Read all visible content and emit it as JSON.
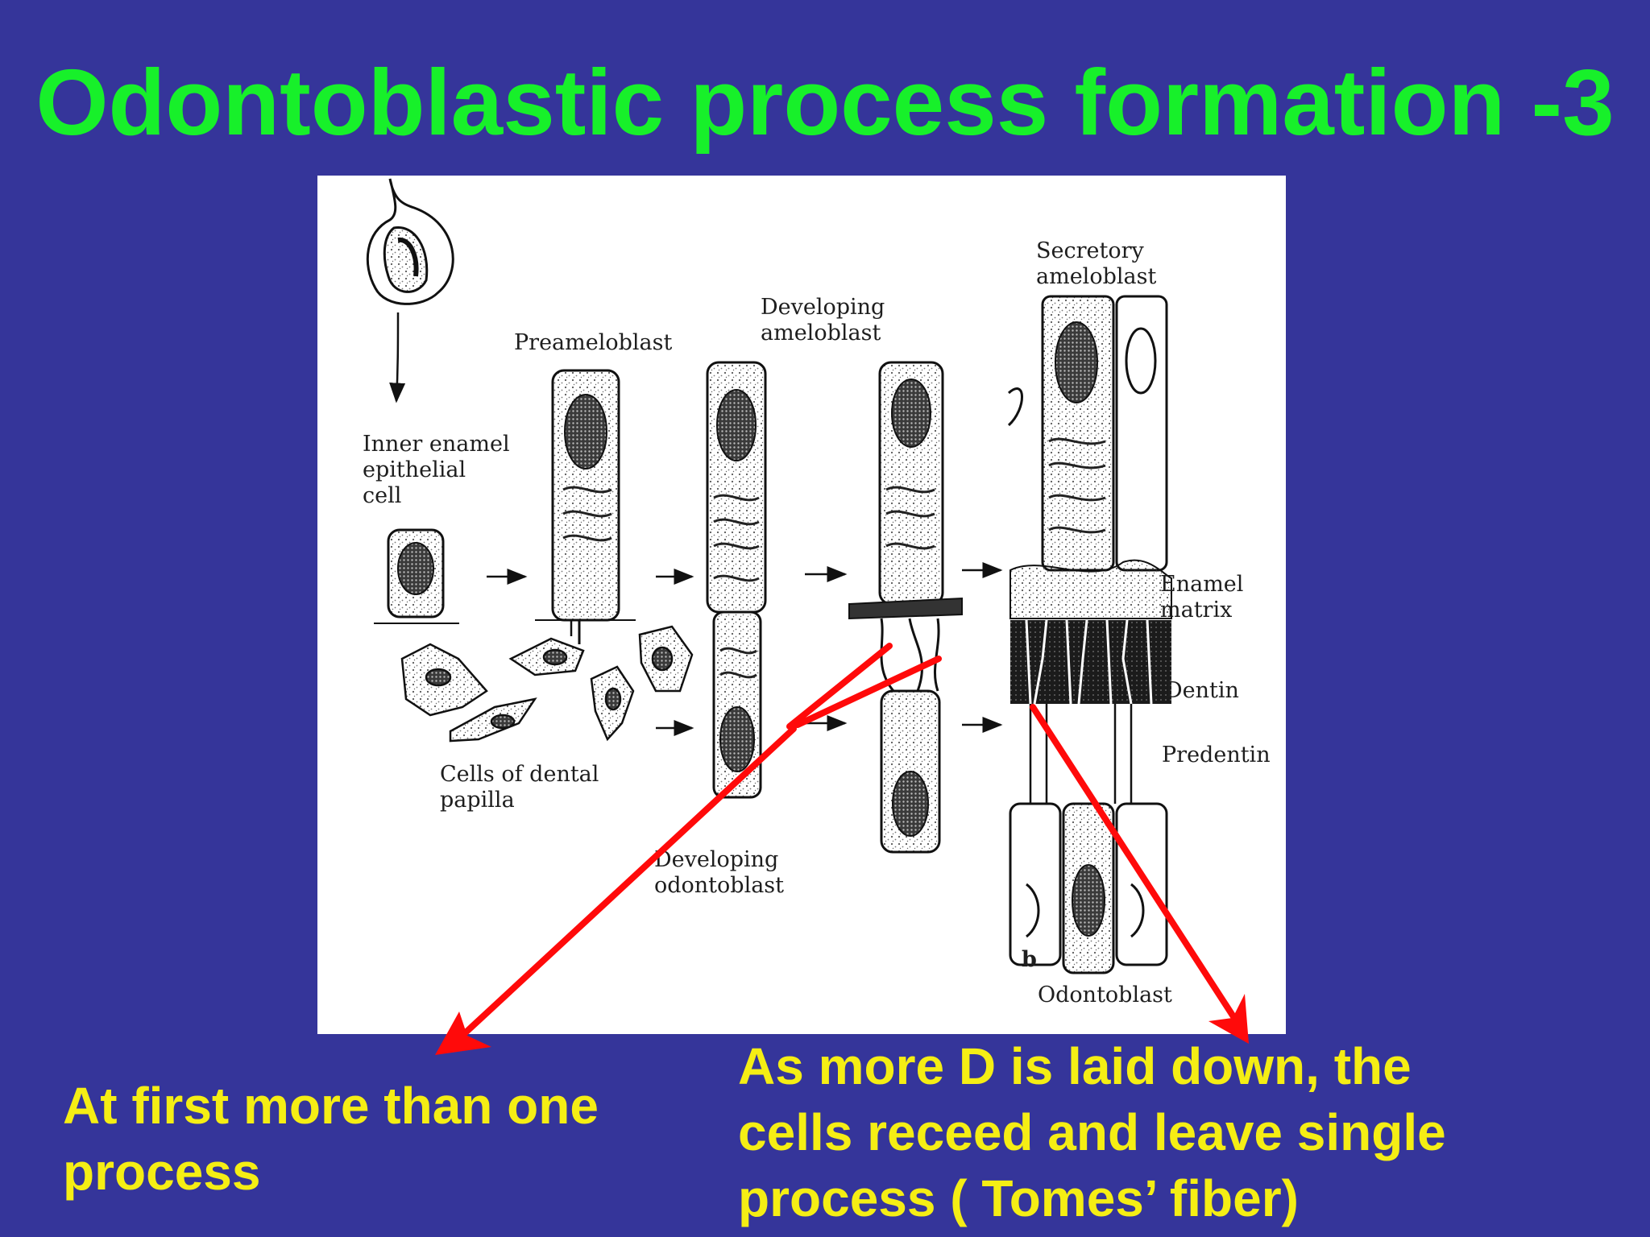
{
  "slide": {
    "title": "Odontoblastic process formation -3"
  },
  "figure": {
    "labels": {
      "secretory_ameloblast": "Secretory\nameloblast",
      "developing_ameloblast": "Developing\n   ameloblast",
      "preameloblast": "Preameloblast",
      "inner_enamel_epithelial_cell": "Inner enamel\nepithelial\ncell",
      "enamel_matrix": "Enamel\n    matrix",
      "dentin": "Dentin",
      "predentin": "Predentin",
      "cells_of_dental_papilla": "Cells of dental\n    papilla",
      "developing_odontoblast": "Developing\nodontoblast",
      "odontoblast": "Odontoblast",
      "panel_mark": "b"
    }
  },
  "captions": {
    "left": "At first more than one\nprocess",
    "right": "As more D is laid down, the\ncells receed and leave single\nprocess ( Tomes’ fiber)"
  },
  "colors": {
    "background": "#35359a",
    "title": "#17f02a",
    "caption": "#f5ee14",
    "arrow": "#ff0a0a"
  }
}
